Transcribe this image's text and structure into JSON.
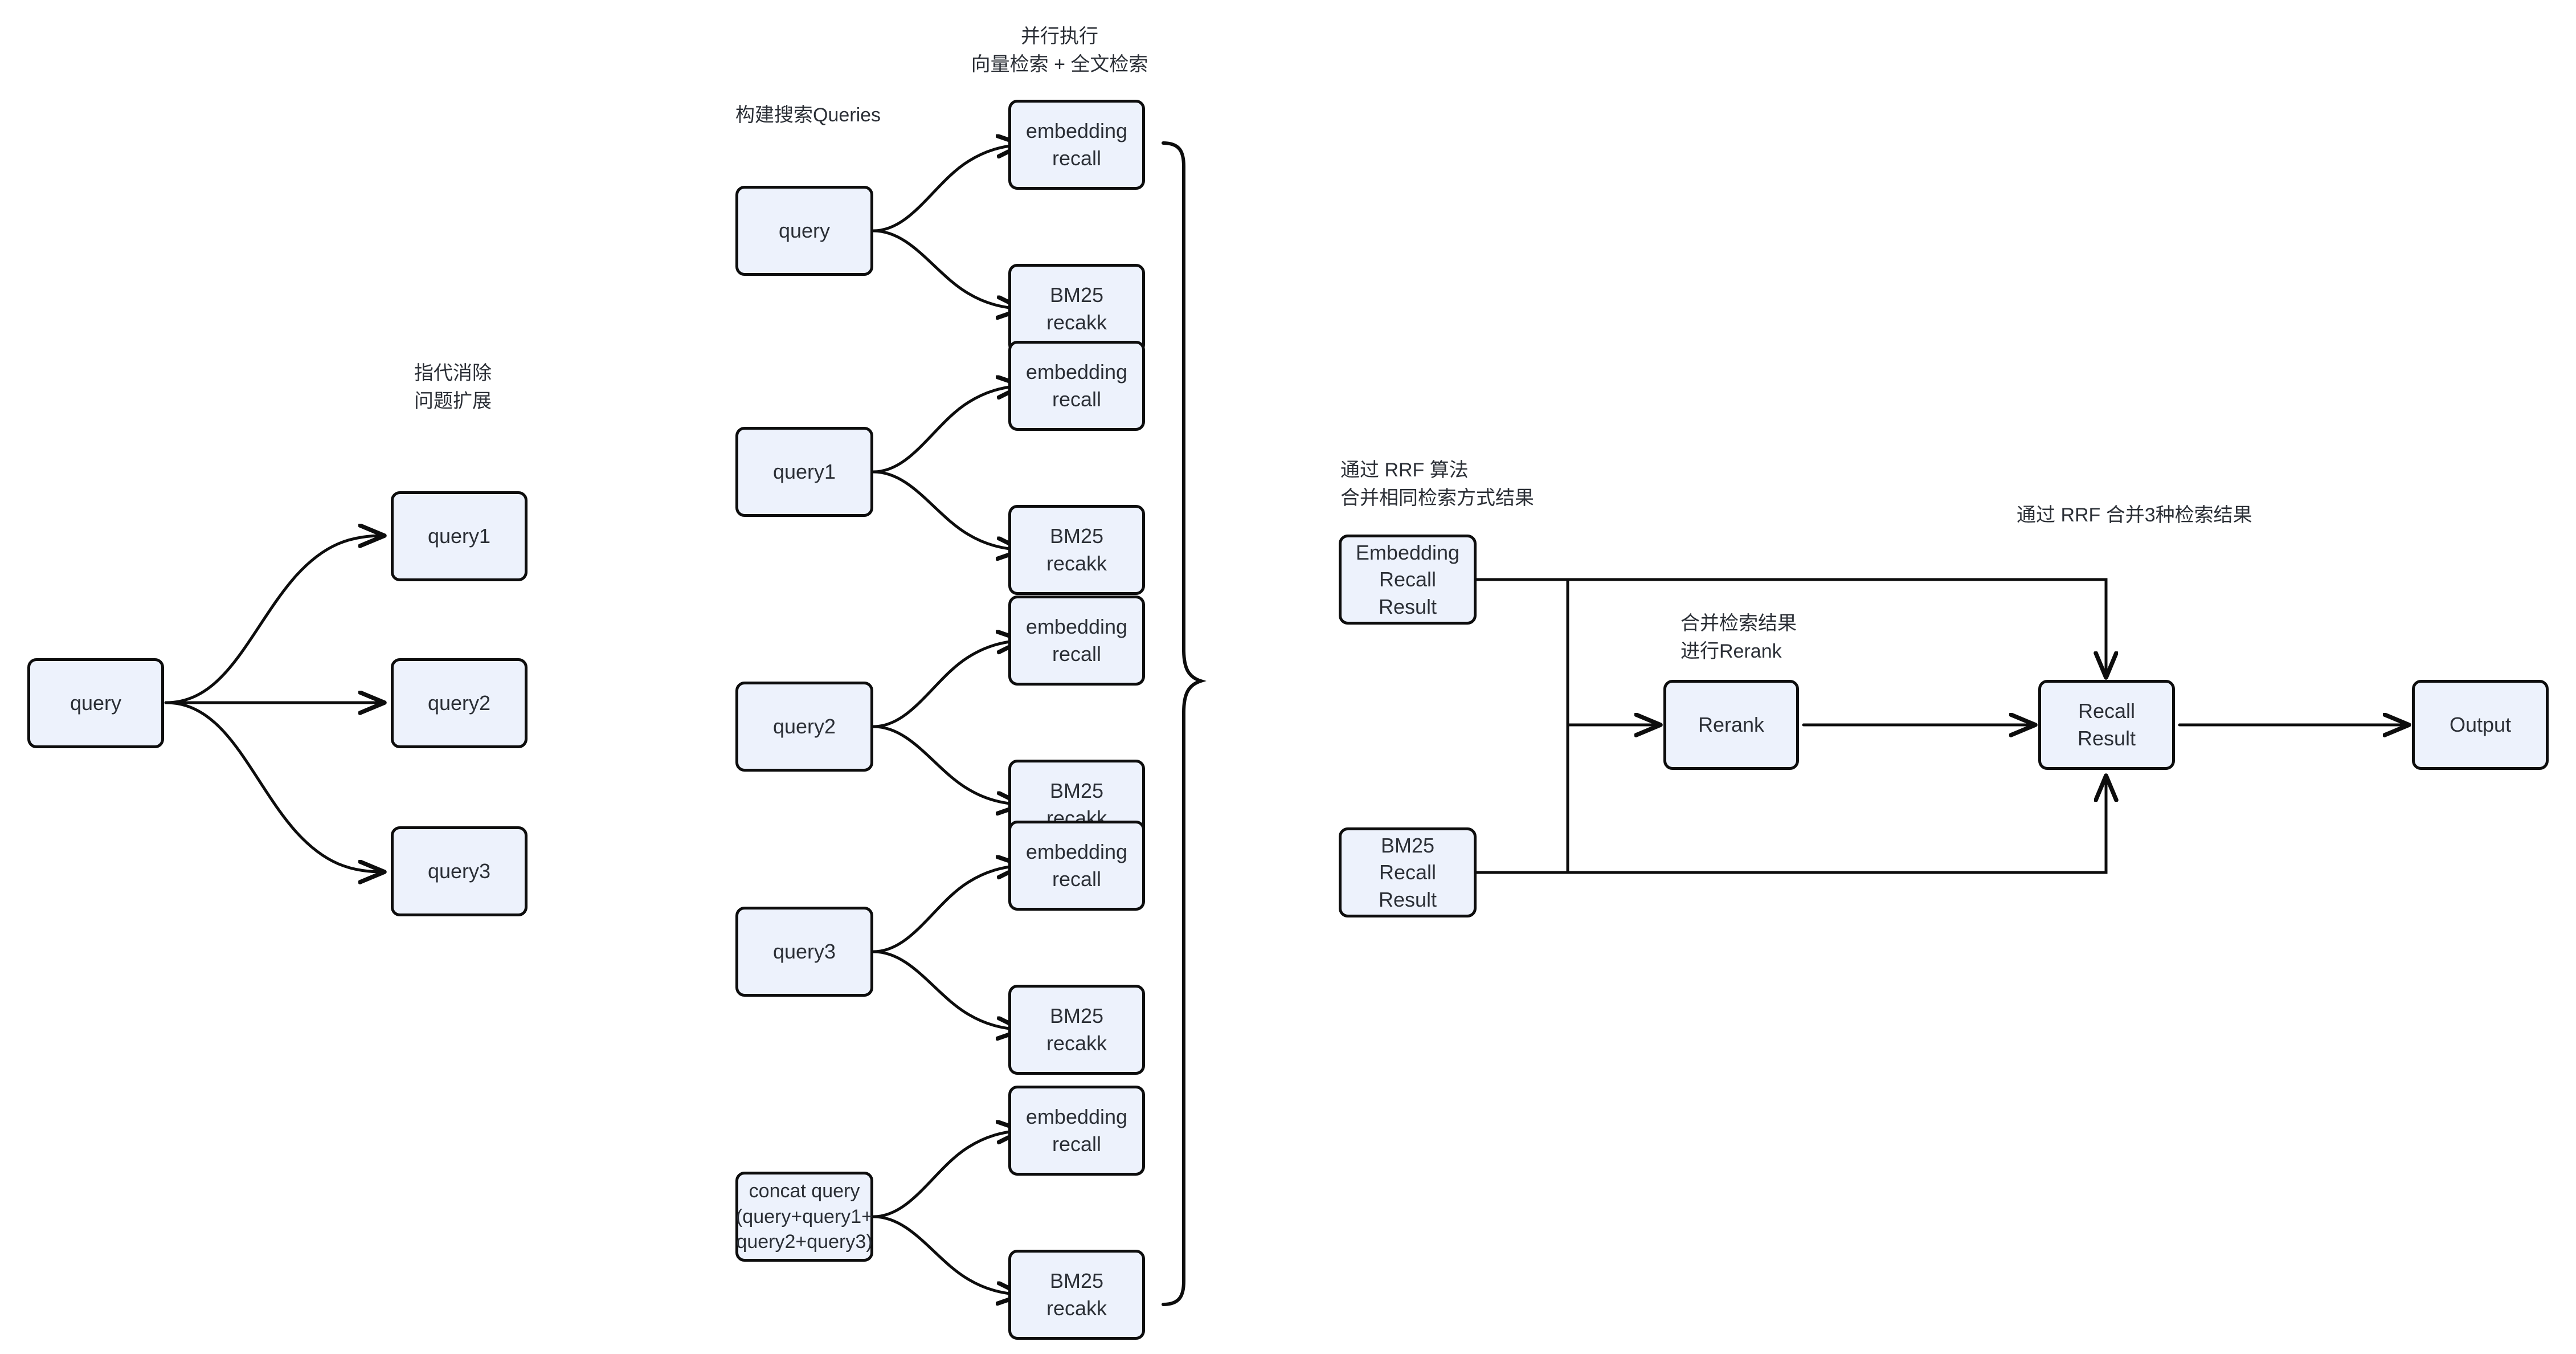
{
  "diagram": {
    "title": "RAG hybrid retrieval pipeline",
    "background_color": "#ffffff",
    "node_fill": "#edf2fc",
    "node_stroke": "#0d0d0d",
    "text_color": "#2b2f36"
  },
  "captions": {
    "coref_expand": "指代消除\n问题扩展",
    "build_queries": "构建搜索Queries",
    "parallel_exec": "并行执行\n向量检索 + 全文检索",
    "rrf_same_mode": "通过 RRF 算法\n合并相同检索方式结果",
    "merge_rerank": "合并检索结果\n进行Rerank",
    "rrf_three": "通过 RRF 合并3种检索结果"
  },
  "stage1": {
    "source": "query",
    "expansions": [
      "query1",
      "query2",
      "query3"
    ]
  },
  "stage2": {
    "sources": [
      "query",
      "query1",
      "query2",
      "query3",
      "concat query\n(query+query1+\nquery2+query3)"
    ],
    "branch_labels": {
      "embedding": "embedding\nrecall",
      "bm25": "BM25\nrecakk"
    },
    "branches": [
      {
        "embedding": "embedding\nrecall",
        "bm25": "BM25\nrecakk"
      },
      {
        "embedding": "embedding\nrecall",
        "bm25": "BM25\nrecakk"
      },
      {
        "embedding": "embedding\nrecall",
        "bm25": "BM25\nrecakk"
      },
      {
        "embedding": "embedding\nrecall",
        "bm25": "BM25\nrecakk"
      },
      {
        "embedding": "embedding\nrecall",
        "bm25": "BM25\nrecakk"
      }
    ]
  },
  "stage3": {
    "embedding_recall_result": "Embedding\nRecall\nResult",
    "bm25_recall_result": "BM25\nRecall\nResult",
    "rerank": "Rerank",
    "recall_result": "Recall\nResult",
    "output": "Output"
  }
}
